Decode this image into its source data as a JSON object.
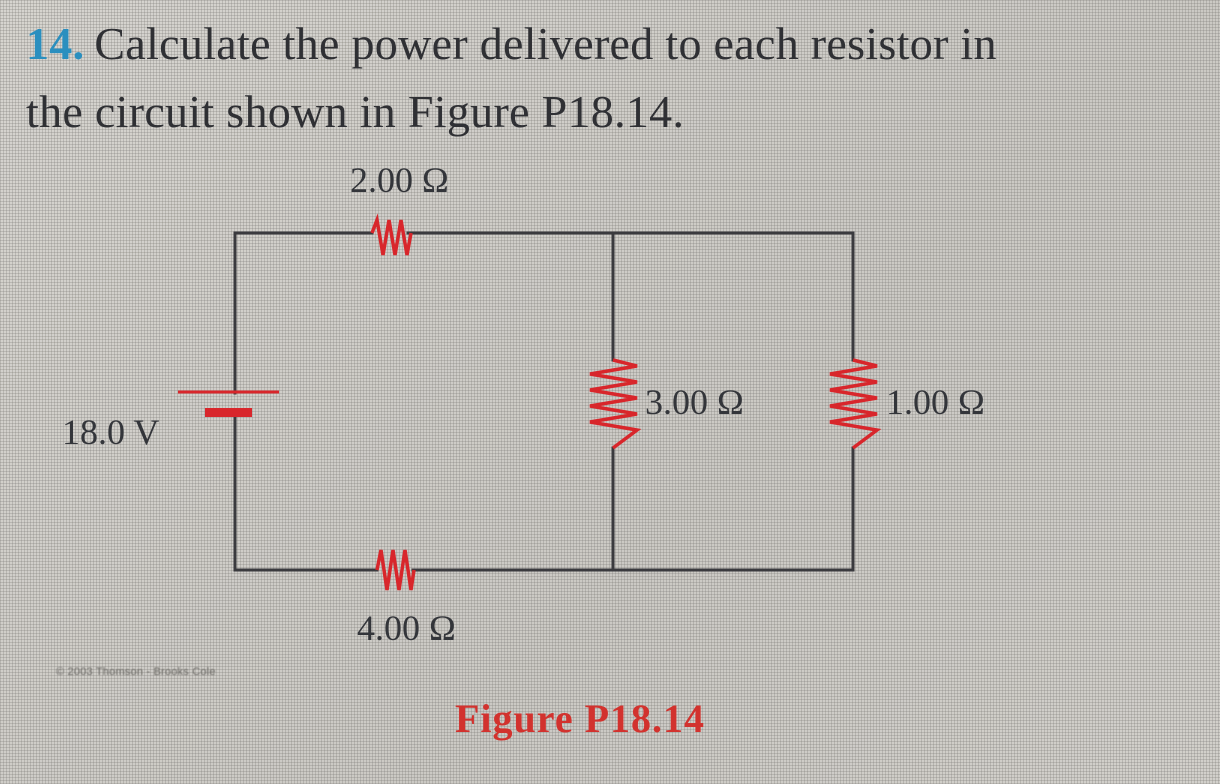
{
  "problem": {
    "number": "14.",
    "text_line1": "Calculate the power delivered to each resistor in",
    "text_line2": "the circuit shown in Figure P18.14."
  },
  "figure": {
    "battery": {
      "label": "18.0 V",
      "voltage_V": 18.0
    },
    "resistors": [
      {
        "id": "R_top",
        "label": "2.00 Ω",
        "resistance_ohm": 2.0,
        "position": "top-left branch"
      },
      {
        "id": "R_mid",
        "label": "3.00 Ω",
        "resistance_ohm": 3.0,
        "position": "middle vertical branch"
      },
      {
        "id": "R_right",
        "label": "1.00 Ω",
        "resistance_ohm": 1.0,
        "position": "right vertical branch"
      },
      {
        "id": "R_bottom",
        "label": "4.00 Ω",
        "resistance_ohm": 4.0,
        "position": "bottom-left branch"
      }
    ],
    "copyright": "© 2003 Thomson - Brooks Cole",
    "caption": "Figure P18.14"
  },
  "colors": {
    "problem_number": "#2a8fbf",
    "resistor": "#d8262b",
    "wire": "#3a3a3e",
    "caption": "#d2322e"
  }
}
